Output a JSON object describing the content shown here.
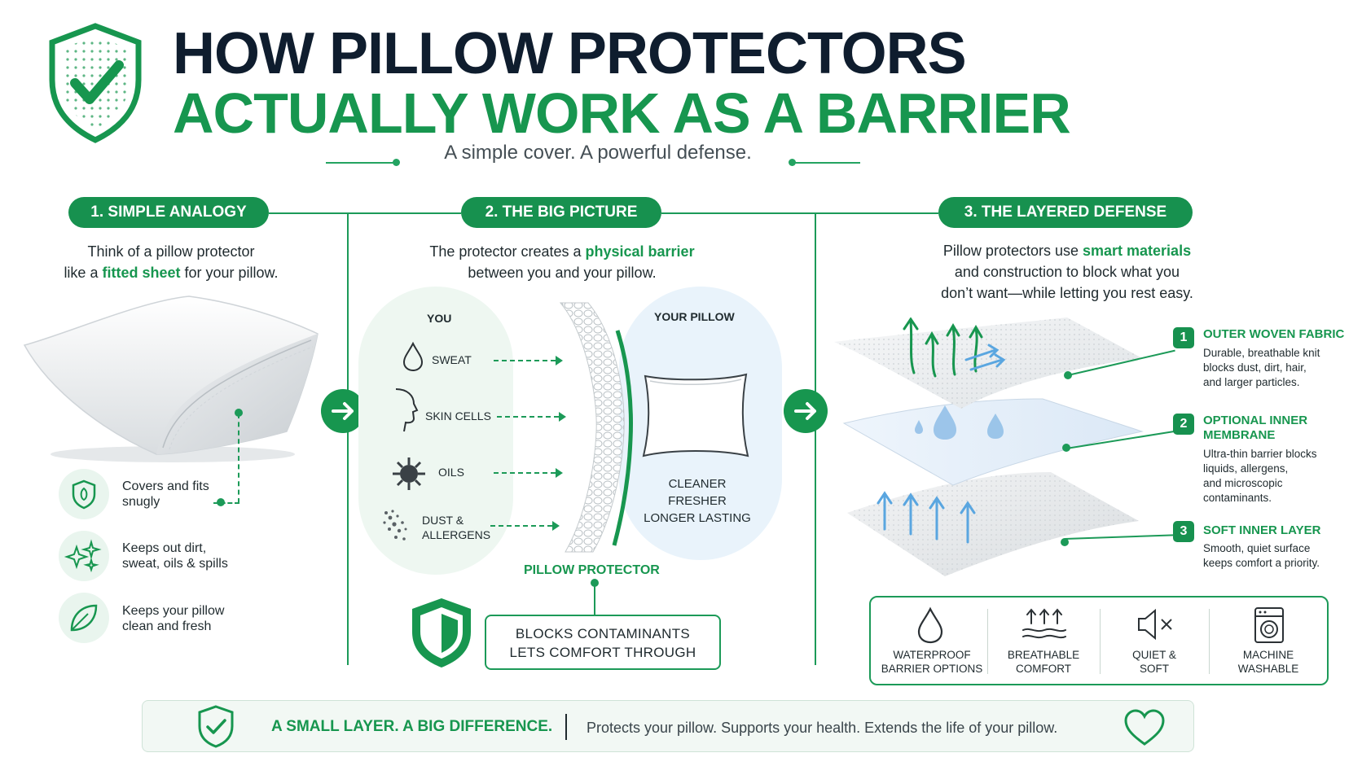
{
  "header": {
    "title_line1": "HOW PILLOW PROTECTORS",
    "title_line2": "ACTUALLY WORK AS A BARRIER",
    "subtitle": "A simple cover. A powerful defense.",
    "icon": "shield-check-icon"
  },
  "section1": {
    "label": "1. SIMPLE ANALOGY",
    "text_before": "Think of a pillow protector",
    "text_line2_before": "like a ",
    "highlight": "fitted sheet",
    "text_line2_after": " for your pillow.",
    "features": [
      {
        "icon": "shield-icon",
        "line1": "Covers and fits",
        "line2": "snugly"
      },
      {
        "icon": "sparkle-icon",
        "line1": "Keeps out dirt,",
        "line2": "sweat, oils & spills"
      },
      {
        "icon": "leaf-icon",
        "line1": "Keeps your pillow",
        "line2": "clean and fresh"
      }
    ]
  },
  "section2": {
    "label": "2. THE BIG PICTURE",
    "text_line1_before": "The protector creates a ",
    "highlight": "physical barrier",
    "text_line2": "between you and your pillow.",
    "you_label": "YOU",
    "pillow_label": "YOUR PILLOW",
    "items": [
      {
        "icon": "drop-icon",
        "line1": "SWEAT",
        "line2": ""
      },
      {
        "icon": "face-profile-icon",
        "line1": "SKIN CELLS",
        "line2": ""
      },
      {
        "icon": "particle-icon",
        "line1": "OILS",
        "line2": ""
      },
      {
        "icon": "dust-icon",
        "line1": "DUST &",
        "line2": "ALLERGENS"
      }
    ],
    "results": [
      "CLEANER",
      "FRESHER",
      "LONGER LASTING"
    ],
    "protector_label": "PILLOW PROTECTOR",
    "blocks_line1": "BLOCKS CONTAMINANTS",
    "blocks_line2": "LETS COMFORT THROUGH"
  },
  "section3": {
    "label": "3. THE LAYERED DEFENSE",
    "text_line1_before": "Pillow protectors use ",
    "highlight": "smart materials",
    "text_line2": "and construction to block what you",
    "text_line3": "don’t want—while letting you rest easy.",
    "layers": [
      {
        "num": "1",
        "title_line1": "OUTER WOVEN FABRIC",
        "title_line2": "",
        "desc": [
          "Durable, breathable knit",
          "blocks dust, dirt, hair,",
          "and larger particles."
        ]
      },
      {
        "num": "2",
        "title_line1": "OPTIONAL INNER",
        "title_line2": "MEMBRANE",
        "desc": [
          "Ultra-thin barrier blocks",
          "liquids, allergens,",
          "and microscopic",
          "contaminants."
        ]
      },
      {
        "num": "3",
        "title_line1": "SOFT INNER LAYER",
        "title_line2": "",
        "desc": [
          "Smooth, quiet surface",
          "keeps comfort a priority."
        ]
      }
    ],
    "benefits": [
      {
        "icon": "drop-icon",
        "line1": "WATERPROOF",
        "line2": "BARRIER OPTIONS"
      },
      {
        "icon": "airflow-icon",
        "line1": "BREATHABLE",
        "line2": "COMFORT"
      },
      {
        "icon": "mute-speaker-icon",
        "line1": "QUIET &",
        "line2": "SOFT"
      },
      {
        "icon": "washing-machine-icon",
        "line1": "MACHINE",
        "line2": "WASHABLE"
      }
    ]
  },
  "footer": {
    "strong": "A SMALL LAYER. A BIG DIFFERENCE.",
    "text": "Protects your pillow. Supports your health. Extends the life of your pillow."
  },
  "colors": {
    "brand_green": "#17964f",
    "navy": "#0f1d2e",
    "light_green_bg": "#eef7f1",
    "light_blue_bg": "#e9f3fb"
  }
}
